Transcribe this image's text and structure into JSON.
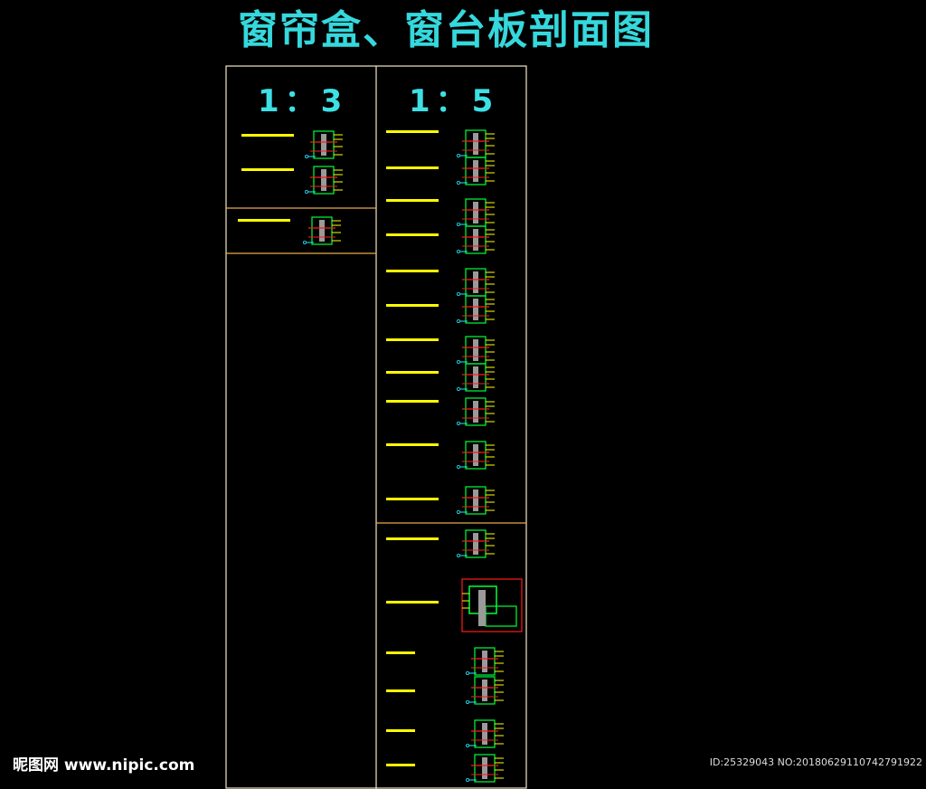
{
  "title": "窗帘盒、窗台板剖面图",
  "scales": {
    "left": "1：3",
    "right": "1：5"
  },
  "watermark": {
    "site": "昵图网 www.nipic.com",
    "id": "ID:25329043 NO:20180629110742791922"
  },
  "colors": {
    "background": "#000000",
    "title": "#35d8dc",
    "frame": "#f3e7c7",
    "divider": "#e8a94a",
    "label": "#ffff00",
    "detail_green": "#00ff3c",
    "detail_red": "#ff1a1a",
    "detail_cyan": "#23e8ff",
    "detail_gray": "#9a9a9a"
  }
}
